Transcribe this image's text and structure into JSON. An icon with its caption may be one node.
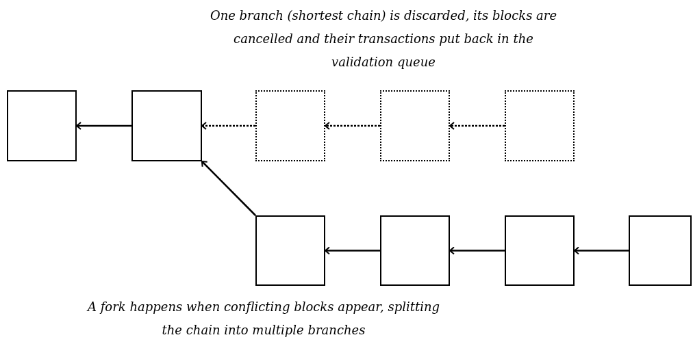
{
  "diagram": {
    "nodes": [
      {
        "text": [],
        "shape": "box"
      },
      {
        "text": [],
        "shape": "box"
      },
      {
        "text": [],
        "shape": "box"
      },
      {
        "text": [],
        "shape": "box"
      },
      {
        "text": [],
        "shape": "box"
      },
      {
        "text": [],
        "shape": "box"
      },
      {
        "text": [],
        "shape": "box"
      },
      {
        "text": [],
        "shape": "box"
      },
      {
        "text": [],
        "shape": "box"
      }
    ],
    "edges": [
      {
        "from": 1,
        "to": 0,
        "arrow": "to"
      },
      {
        "from": 2,
        "to": 1,
        "arrow": "to",
        "style": "dashed"
      },
      {
        "from": 3,
        "to": 2,
        "arrow": "to",
        "style": "dashed"
      },
      {
        "from": 4,
        "to": 3,
        "arrow": "to",
        "style": "dashed"
      },
      {
        "from": 5,
        "to": 1,
        "arrow": "to"
      },
      {
        "from": 6,
        "to": 5,
        "arrow": "to"
      },
      {
        "from": 7,
        "to": 6,
        "arrow": "to"
      },
      {
        "from": 8,
        "to": 7,
        "arrow": "to"
      }
    ],
    "labels": [
      "One branch (shortest chain) is discarded, its blocks are cancelled and their transactions put back in the validation queue",
      "A fork happens when conflicting blocks appear, splitting the chain into multiple branches"
    ]
  }
}
